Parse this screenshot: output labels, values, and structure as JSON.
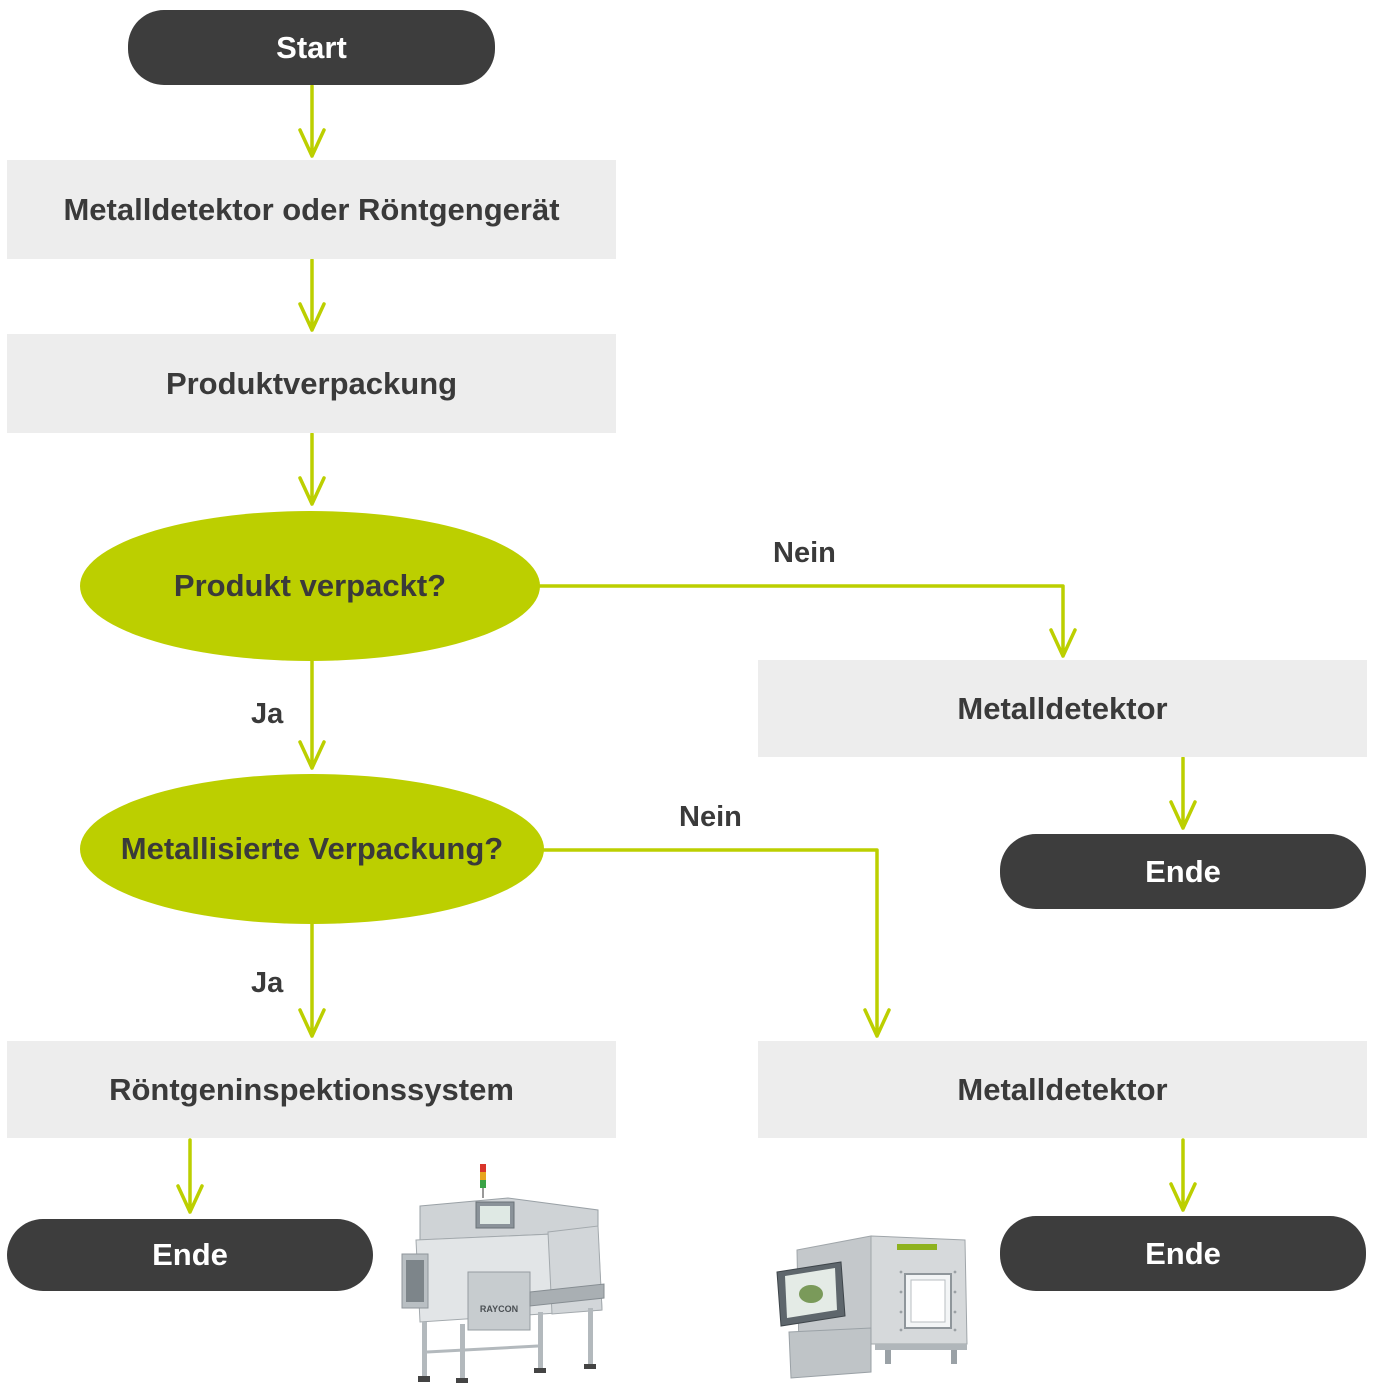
{
  "colors": {
    "terminal": "#3d3d3d",
    "process": "#ededed",
    "decision": "#bccf00",
    "arrow": "#bccf00",
    "text": "#3a3a3a"
  },
  "nodes": {
    "start": "Start",
    "detector_or_xray": "Metalldetektor oder Röntgengerät",
    "packaging": "Produktverpackung",
    "decision_packed": "Produkt verpackt?",
    "metal_detector_right": "Metalldetektor",
    "end_right": "Ende",
    "decision_metallized": "Metallisierte Verpackung?",
    "xray_system": "Röntgeninspektionssystem",
    "end_left": "Ende",
    "metal_detector_bottom": "Metalldetektor",
    "end_bottom": "Ende"
  },
  "edge_labels": {
    "packed_no": "Nein",
    "packed_yes": "Ja",
    "metallized_no": "Nein",
    "metallized_yes": "Ja"
  },
  "images": {
    "xray_machine": {
      "icon": "xray-inspection-machine-image",
      "brand": "RAYCON"
    },
    "metal_detector": {
      "icon": "metal-detector-machine-image"
    }
  }
}
